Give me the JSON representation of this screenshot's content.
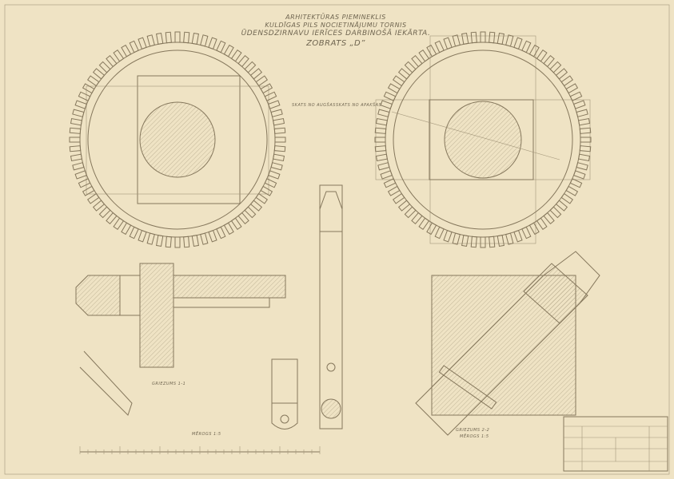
{
  "title": {
    "line1": "ARHITEKTŪRAS PIEMINEKLIS",
    "line2": "KULDĪGAS PILS NOCIETINĀJUMU TORNIS",
    "line3": "ŪDENSDZIRNAVU IERĪCES DARBINOŠĀ IEKĀRTA.",
    "line4": "ZOBRATS „D”"
  },
  "views": {
    "top_view": "SKATS NO AUGŠAS",
    "bottom_view": "SKATS NO APAKŠAS",
    "section_1": "GRIEZUMS 1-1",
    "section_2": "GRIEZUMS 2-2",
    "section_2_scale": "MĒROGS 1:5",
    "scale_label": "MĒROGS 1:5"
  },
  "colors": {
    "paper": "#efe3c4",
    "ink": "#85775c"
  }
}
